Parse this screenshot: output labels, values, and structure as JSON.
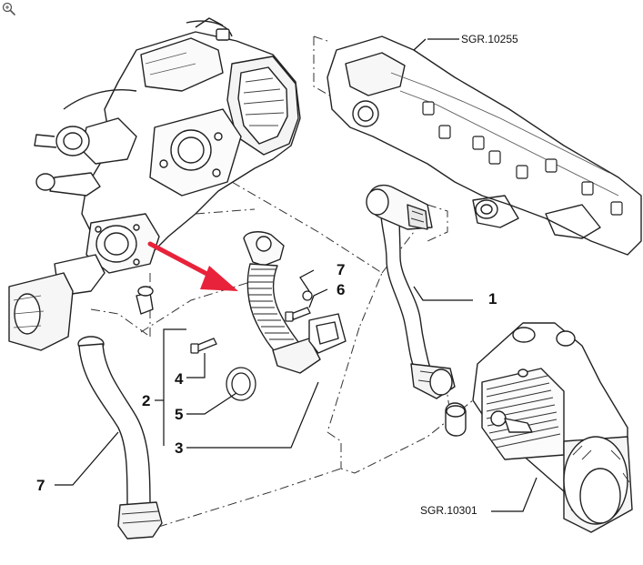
{
  "toolbar": {
    "zoom_icon": "magnifier-zoom-icon"
  },
  "diagram": {
    "references": {
      "upper_right": "SGR.10255",
      "lower_right": "SGR.10301"
    },
    "callouts": {
      "c1": "1",
      "c2": "2",
      "c3": "3",
      "c4": "4",
      "c5": "5",
      "c6": "6",
      "c7_top": "7",
      "c7_left": "7"
    },
    "highlight_arrow_color": "#e8223a",
    "line_color": "#222222"
  }
}
